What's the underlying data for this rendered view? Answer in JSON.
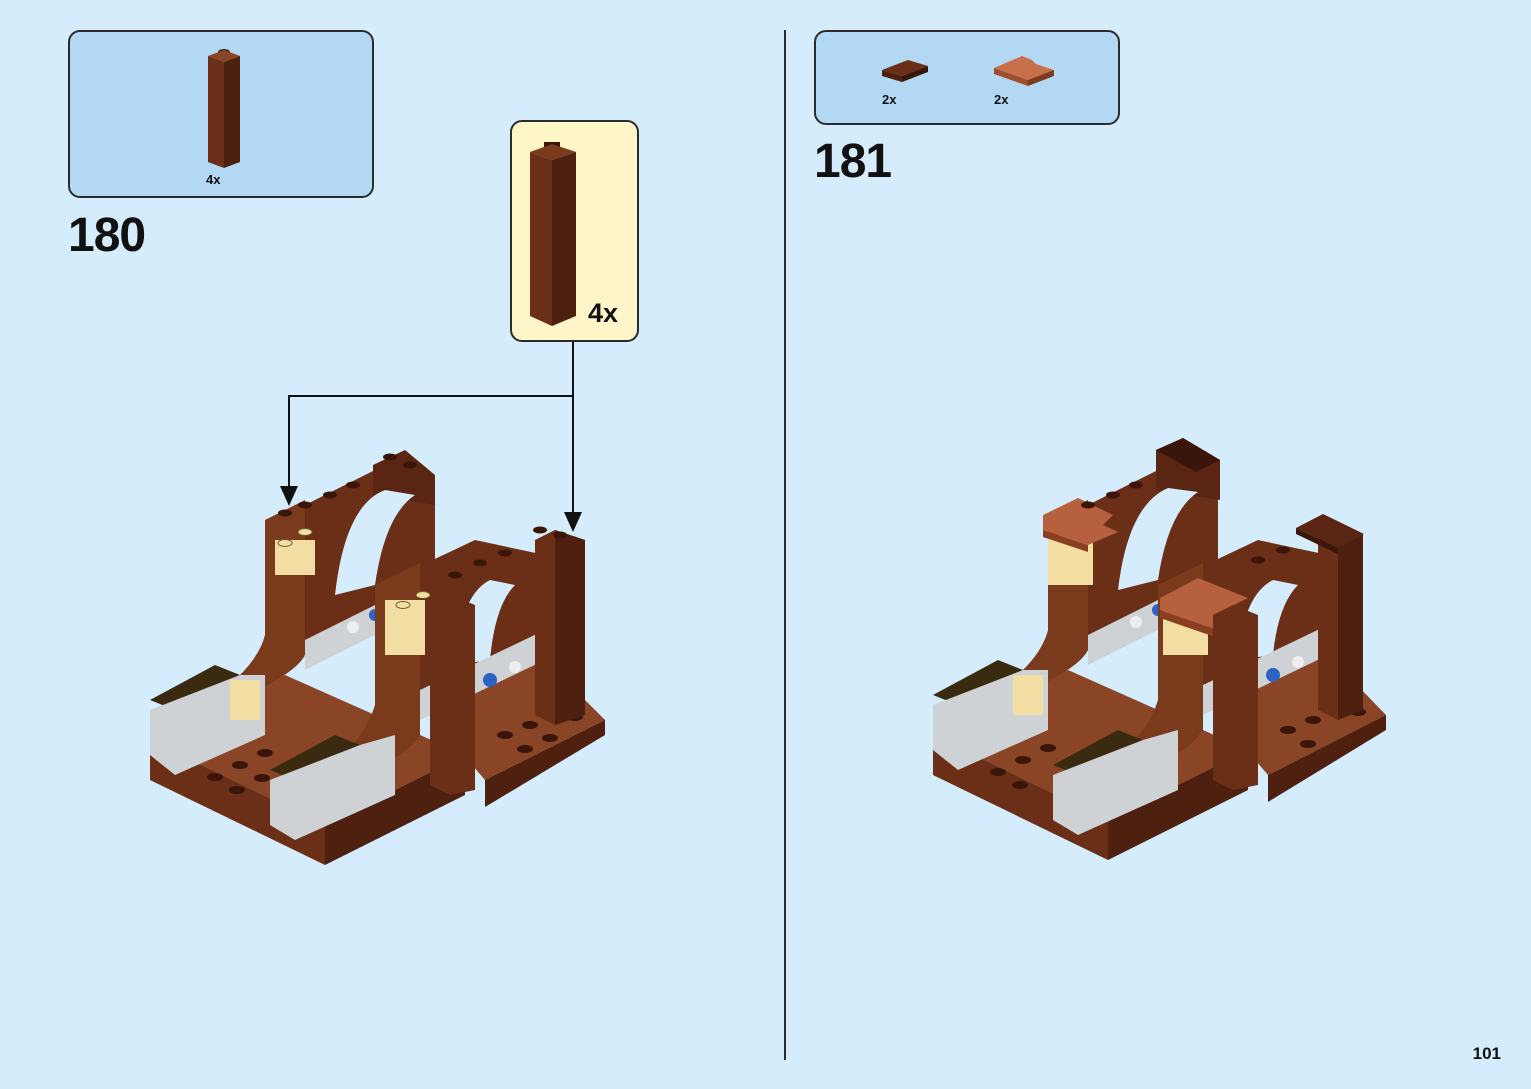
{
  "steps": [
    {
      "number": "180",
      "parts": [
        {
          "name": "brown-brick-1x1x6",
          "qty": "4x"
        }
      ],
      "callout": {
        "qty": "4x"
      }
    },
    {
      "number": "181",
      "parts": [
        {
          "name": "dark-brown-tile-slope",
          "qty": "2x"
        },
        {
          "name": "reddish-brown-corner-tile",
          "qty": "2x"
        }
      ]
    }
  ],
  "page": {
    "number": "101"
  },
  "colors": {
    "background": "#d4ecfb",
    "parts_box": "#b3d8f3",
    "callout": "#fef6c8",
    "reddish_brown": "#6b2f17",
    "dark_brown": "#3a2a0f",
    "tan": "#f2dda2",
    "light_gray": "#cfd2d4",
    "blue": "#2c62c4",
    "terracotta": "#b7603d"
  }
}
